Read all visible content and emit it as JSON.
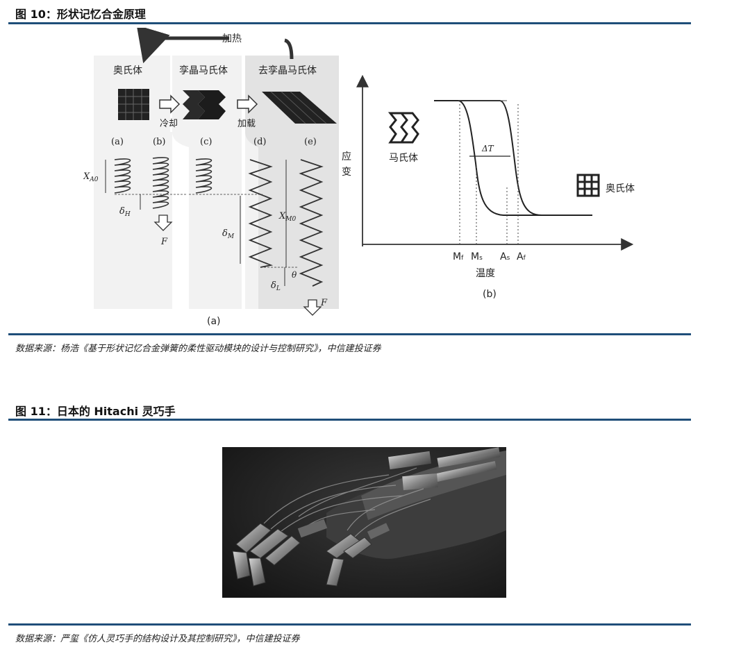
{
  "figure10": {
    "title": "图 10：形状记忆合金原理",
    "source": "数据来源：杨浩《基于形状记忆合金弹簧的柔性驱动模块的设计与控制研究》，中信建投证券",
    "panel_a": {
      "heating": "加热",
      "austenite": "奥氏体",
      "twinned_martensite": "孪晶马氏体",
      "detwinned_martensite": "去孪晶马氏体",
      "cooling": "冷却",
      "loading": "加载",
      "labels": [
        "(a)",
        "(b)",
        "(c)",
        "(d)",
        "(e)"
      ],
      "xa0_main": "X",
      "xa0_sub": "A0",
      "xm0_main": "X",
      "xm0_sub": "M0",
      "dh_main": "δ",
      "dh_sub": "H",
      "dm_main": "δ",
      "dm_sub": "M",
      "dl_main": "δ",
      "dl_sub": "L",
      "theta": "θ",
      "force": "F",
      "caption": "(a)"
    },
    "panel_b": {
      "ylabel_1": "应",
      "ylabel_2": "变",
      "xlabel": "温度",
      "martensite": "马氏体",
      "austenite": "奥氏体",
      "delta_t": "ΔT",
      "mf": "M",
      "mf_sub": "f",
      "ms": "M",
      "ms_sub": "s",
      "as": "A",
      "as_sub": "s",
      "af": "A",
      "af_sub": "f",
      "caption": "(b)"
    }
  },
  "figure11": {
    "title": "图 11：日本的 Hitachi 灵巧手",
    "source": "数据来源：严玺《仿人灵巧手的结构设计及其控制研究》，中信建投证券"
  }
}
